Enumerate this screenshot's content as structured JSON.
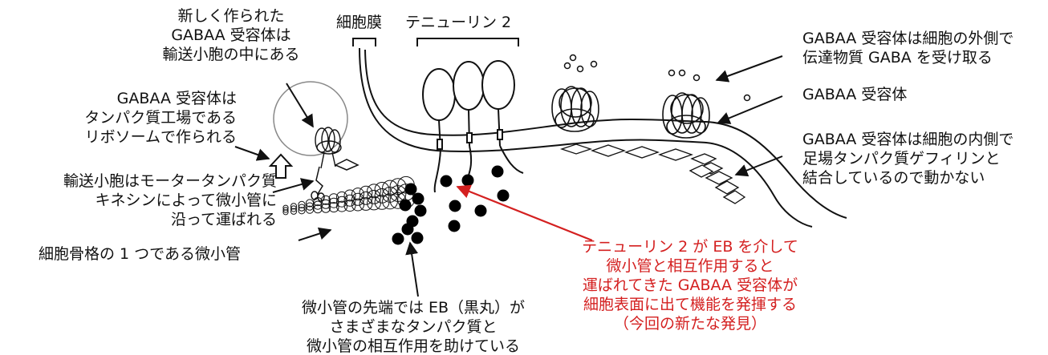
{
  "labels": {
    "new_receptor": [
      "新しく作られた",
      "GABAA 受容体は",
      "輸送小胞の中にある"
    ],
    "membrane": "細胞膜",
    "teneurin": "テニューリン 2",
    "ribosome": [
      "GABAA 受容体は",
      "タンパク質工場である",
      "リボソームで作られる"
    ],
    "kinesin": [
      "輸送小胞はモータータンパク質",
      "キネシンによって微小管に",
      "沿って運ばれる"
    ],
    "microtubule": "細胞骨格の 1 つである微小管",
    "eb_note": [
      "微小管の先端では EB（黒丸）が",
      "さまざまなタンパク質と",
      "微小管の相互作用を助けている"
    ],
    "finding": [
      "テニューリン 2 が EB を介して",
      "微小管と相互作用すると",
      "運ばれてきた GABAA 受容体が",
      "細胞表面に出て機能を発揮する",
      "（今回の新たな発見）"
    ],
    "receives_gaba": [
      "GABAA 受容体は細胞の外側で",
      "伝達物質 GABA を受け取る"
    ],
    "receptor": "GABAA 受容体",
    "gephyrin": [
      "GABAA 受容体は細胞の内側で",
      "足場タンパク質ゲフィリンと",
      "結合しているので動かない"
    ]
  },
  "colors": {
    "ink": "#111111",
    "highlight": "#d42020"
  }
}
